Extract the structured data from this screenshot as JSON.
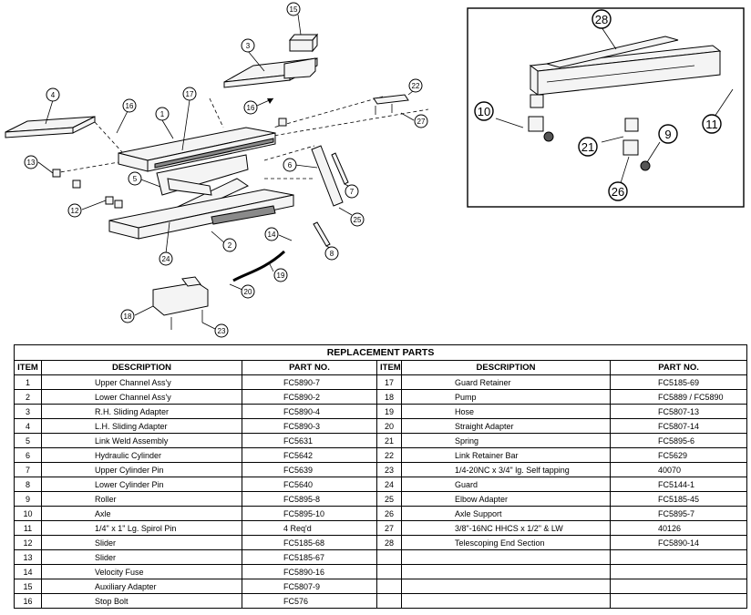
{
  "callouts": {
    "c1": "1",
    "c2": "2",
    "c3": "3",
    "c4": "4",
    "c5": "5",
    "c6": "6",
    "c7": "7",
    "c8": "8",
    "c12": "12",
    "c13": "13",
    "c14": "14",
    "c15": "15",
    "c16a": "16",
    "c16b": "16",
    "c17": "17",
    "c18": "18",
    "c19": "19",
    "c20": "20",
    "c22": "22",
    "c23": "23",
    "c24": "24",
    "c25": "25",
    "c27": "27"
  },
  "inset_callouts": {
    "c28": "28",
    "c10": "10",
    "c21": "21",
    "c26": "26",
    "c9": "9",
    "c11": "11"
  },
  "table": {
    "title": "REPLACEMENT PARTS",
    "headers": {
      "item": "ITEM",
      "description": "DESCRIPTION",
      "part_no": "PART NO.",
      "item2": "ITEM",
      "description2": "DESCRIPTION",
      "part_no2": "PART NO."
    },
    "rows": [
      {
        "item": "1",
        "desc": "Upper Channel Ass'y",
        "part": "FC5890-7",
        "item2": "17",
        "desc2": "Guard Retainer",
        "part2": "FC5185-69"
      },
      {
        "item": "2",
        "desc": "Lower Channel Ass'y",
        "part": "FC5890-2",
        "item2": "18",
        "desc2": "Pump",
        "part2": "FC5889 / FC5890"
      },
      {
        "item": "3",
        "desc": "R.H. Sliding Adapter",
        "part": "FC5890-4",
        "item2": "19",
        "desc2": "Hose",
        "part2": "FC5807-13"
      },
      {
        "item": "4",
        "desc": "L.H. Sliding Adapter",
        "part": "FC5890-3",
        "item2": "20",
        "desc2": "Straight Adapter",
        "part2": "FC5807-14"
      },
      {
        "item": "5",
        "desc": "Link Weld Assembly",
        "part": "FC5631",
        "item2": "21",
        "desc2": "Spring",
        "part2": "FC5895-6"
      },
      {
        "item": "6",
        "desc": "Hydraulic Cylinder",
        "part": "FC5642",
        "item2": "22",
        "desc2": "Link Retainer Bar",
        "part2": "FC5629"
      },
      {
        "item": "7",
        "desc": "Upper Cylinder Pin",
        "part": "FC5639",
        "item2": "23",
        "desc2": "1/4-20NC  x 3/4\" lg.  Self tapping",
        "part2": "40070"
      },
      {
        "item": "8",
        "desc": "Lower Cylinder Pin",
        "part": "FC5640",
        "item2": "24",
        "desc2": "Guard",
        "part2": "FC5144-1"
      },
      {
        "item": "9",
        "desc": "Roller",
        "part": "FC5895-8",
        "item2": "25",
        "desc2": "Elbow Adapter",
        "part2": "FC5185-45"
      },
      {
        "item": "10",
        "desc": "Axle",
        "part": "FC5895-10",
        "item2": "26",
        "desc2": "Axle Support",
        "part2": "FC5895-7"
      },
      {
        "item": "11",
        "desc": "1/4\" x 1\" Lg. Spirol Pin",
        "part": "4 Req'd",
        "item2": "27",
        "desc2": "3/8\"-16NC  HHCS x 1/2\" & LW",
        "part2": "40126"
      },
      {
        "item": "12",
        "desc": "Slider",
        "part": "FC5185-68",
        "item2": "28",
        "desc2": "Telescoping End Section",
        "part2": "FC5890-14"
      },
      {
        "item": "13",
        "desc": "Slider",
        "part": "FC5185-67",
        "item2": "",
        "desc2": "",
        "part2": ""
      },
      {
        "item": "14",
        "desc": "Velocity Fuse",
        "part": "FC5890-16",
        "item2": "",
        "desc2": "",
        "part2": ""
      },
      {
        "item": "15",
        "desc": "Auxiliary Adapter",
        "part": "FC5807-9",
        "item2": "",
        "desc2": "",
        "part2": ""
      },
      {
        "item": "16",
        "desc": "Stop Bolt",
        "part": "FC576",
        "item2": "",
        "desc2": "",
        "part2": ""
      }
    ]
  }
}
